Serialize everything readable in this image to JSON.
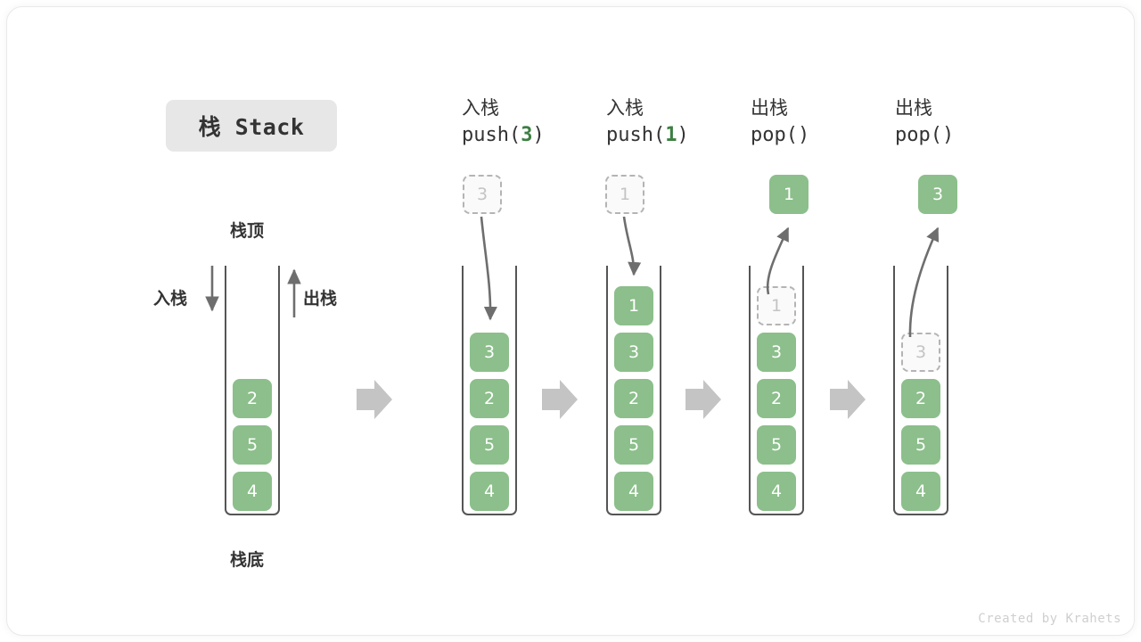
{
  "title_badge": {
    "text": "栈 Stack"
  },
  "footer": {
    "credit": "Created by Krahets"
  },
  "colors": {
    "element_green": "#8CBF8B",
    "ghost_fill": "#FAFAFA",
    "ghost_border": "#B4B4B4",
    "ghost_text": "#C4C4C4",
    "arrow_gray": "#6E6E6E",
    "step_arrow_gray": "#C4C4C4",
    "badge_bg": "#E7E7E7",
    "text_dark": "#333333",
    "accent_green_text": "#3C7F42"
  },
  "legend": {
    "top_label": "栈顶",
    "bottom_label": "栈底",
    "push_label": "入栈",
    "pop_label": "出栈"
  },
  "columns": [
    {
      "id": "initial",
      "header_cn": "",
      "header_fn": "",
      "header_arg": "",
      "stack": [
        "2",
        "5",
        "4"
      ],
      "ghost_index": -1,
      "incoming": null,
      "outgoing": null
    },
    {
      "id": "push-3",
      "header_cn": "入栈",
      "header_fn_pre": "push(",
      "header_arg": "3",
      "header_fn_post": ")",
      "stack": [
        "3",
        "2",
        "5",
        "4"
      ],
      "ghost_index": -1,
      "incoming": {
        "value": "3",
        "action": "push"
      },
      "outgoing": null
    },
    {
      "id": "push-1",
      "header_cn": "入栈",
      "header_fn_pre": "push(",
      "header_arg": "1",
      "header_fn_post": ")",
      "stack": [
        "1",
        "3",
        "2",
        "5",
        "4"
      ],
      "ghost_index": -1,
      "incoming": {
        "value": "1",
        "action": "push"
      },
      "outgoing": null
    },
    {
      "id": "pop-1",
      "header_cn": "出栈",
      "header_fn_pre": "pop(",
      "header_arg": "",
      "header_fn_post": ")",
      "stack": [
        "1",
        "3",
        "2",
        "5",
        "4"
      ],
      "ghost_index": 0,
      "incoming": null,
      "outgoing": {
        "value": "1",
        "action": "pop"
      }
    },
    {
      "id": "pop-3",
      "header_cn": "出栈",
      "header_fn_pre": "pop(",
      "header_arg": "",
      "header_fn_post": ")",
      "stack": [
        "3",
        "2",
        "5",
        "4"
      ],
      "ghost_index": 0,
      "incoming": null,
      "outgoing": {
        "value": "3",
        "action": "pop"
      }
    }
  ],
  "step_arrows": [
    {
      "id": "step-arrow-1"
    },
    {
      "id": "step-arrow-2"
    },
    {
      "id": "step-arrow-3"
    },
    {
      "id": "step-arrow-4"
    }
  ]
}
